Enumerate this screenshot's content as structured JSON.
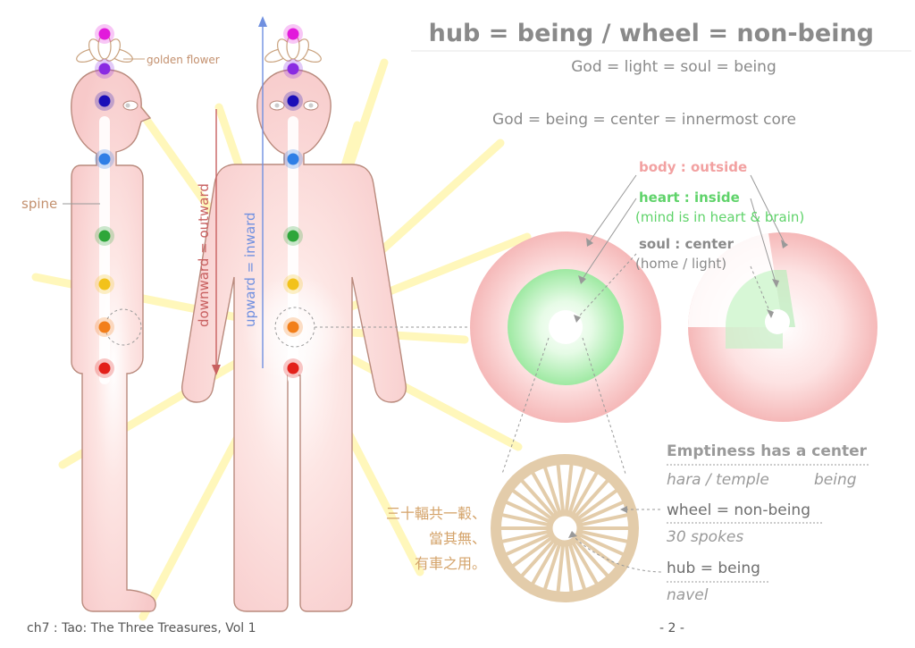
{
  "title": "hub = being / wheel = non-being",
  "subtitle": "God = light = soul = being",
  "line2": "God = being = center = innermost core",
  "labels": {
    "golden_flower": "golden flower",
    "spine": "spine",
    "downward": "downward = outward",
    "upward": "upward = inward",
    "body": "body : outside",
    "heart": "heart : inside",
    "heart_note": "(mind is in heart & brain)",
    "soul": "soul : center",
    "soul_note": "(home / light)",
    "emptiness": "Emptiness has a center",
    "hara": "hara / temple",
    "being": "being",
    "wheel": "wheel = non-being",
    "spokes": "30 spokes",
    "hub": "hub = being",
    "navel": "navel",
    "chinese1": "三十輻共一轂、",
    "chinese2": "當其無、",
    "chinese3": "有車之用。"
  },
  "footer": {
    "left": "ch7 : Tao: The Three Treasures, Vol 1",
    "right": "- 2 -"
  },
  "colors": {
    "body_fill": "#f7c9c9",
    "body_stroke": "#b98a7d",
    "heart_green": "#a7f0a9",
    "wheel_tan": "#e3ccaa",
    "title_gray": "#8a8a8a",
    "pink_label": "#f2a1a1",
    "green_label": "#5fd36a",
    "brown_label": "#c3906e",
    "down_arrow": "#c86060",
    "up_arrow": "#7090e0"
  },
  "chakras": [
    "#e21adb",
    "#8a2be2",
    "#1a0fb8",
    "#2f7fe6",
    "#2ea63a",
    "#f2c21a",
    "#f27f1a",
    "#e3201a"
  ]
}
